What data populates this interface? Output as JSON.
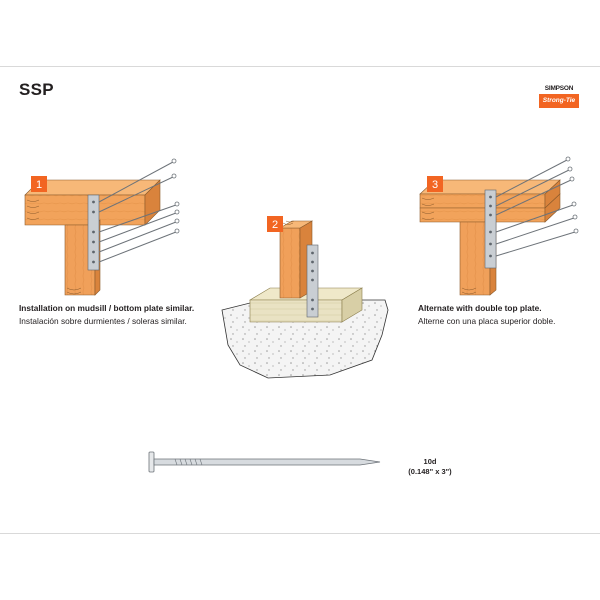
{
  "title": "SSP",
  "logo": {
    "line1": "SIMPSON",
    "line2": "Strong-Tie"
  },
  "figures": [
    {
      "number": "1",
      "caption_en": "Installation on mudsill / bottom plate similar.",
      "caption_es": "Instalación sobre durmientes / soleras similar."
    },
    {
      "number": "2"
    },
    {
      "number": "3",
      "caption_en": "Alternate with double top plate.",
      "caption_es": "Alterne con una placa superior doble."
    }
  ],
  "nail": {
    "size": "10d",
    "dimensions": "(0.148\" x 3\")"
  },
  "colors": {
    "wood": "#f2a35b",
    "wood_dark": "#d9833c",
    "badge": "#f26522",
    "steel": "#c9ced3",
    "concrete": "#ececec"
  }
}
